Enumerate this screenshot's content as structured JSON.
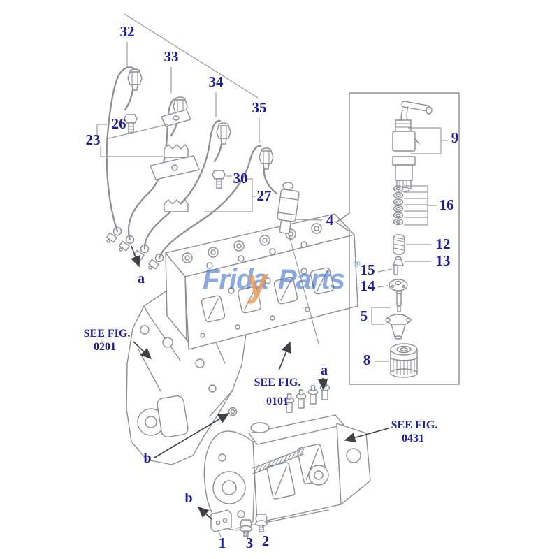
{
  "part_callouts": {
    "n32": "32",
    "n33": "33",
    "n34": "34",
    "n35": "35",
    "n26": "26",
    "n23": "23",
    "n30": "30",
    "n27": "27",
    "n4": "4",
    "n9": "9",
    "n16": "16",
    "n12": "12",
    "n13": "13",
    "n15": "15",
    "n14": "14",
    "n5": "5",
    "n8": "8",
    "n1": "1",
    "n2": "2",
    "n3": "3"
  },
  "figure_refs": {
    "fig_0201": {
      "line1": "SEE FIG.",
      "line2": "0201"
    },
    "fig_0101": {
      "line1": "SEE FIG.",
      "line2": "0101"
    },
    "fig_0431": {
      "line1": "SEE FIG.",
      "line2": "0431"
    }
  },
  "view_markers": {
    "a_pipes": "a",
    "a_pump": "a",
    "b_block": "b",
    "b_bracket": "b"
  },
  "watermark": {
    "segments": {
      "s1": "Frida",
      "s2": "y",
      "s3": "Parts"
    },
    "registered": "®"
  },
  "colors": {
    "label_navy": "#1c1c9e",
    "line_gray": "#8e8f96",
    "arrow_dark": "#3f4045",
    "watermark_blue": "#2c63c8",
    "watermark_orange": "#e89b55",
    "background": "#ffffff"
  }
}
